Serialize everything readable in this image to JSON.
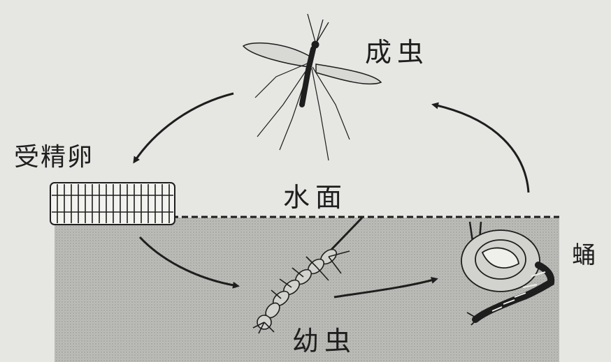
{
  "labels": {
    "adult": "成虫",
    "fertilized_egg": "受精卵",
    "water_surface": "水面",
    "larva": "幼虫",
    "pupa": "蛹"
  },
  "colors": {
    "background": "#e6e6e3",
    "water": "#b9b9b5",
    "ink": "#1e1e1e"
  }
}
